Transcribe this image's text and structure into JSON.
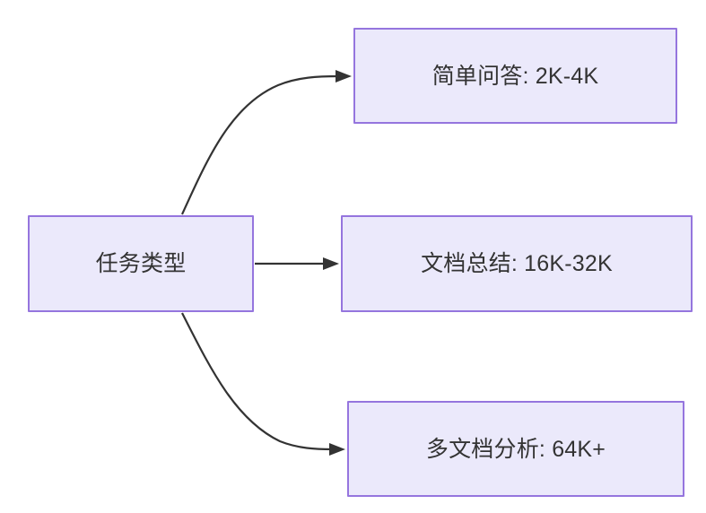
{
  "diagram": {
    "type": "flowchart",
    "direction": "left-to-right",
    "background_color": "#ffffff",
    "node_fill_color": "#ebe9fb",
    "node_border_color": "#9575de",
    "node_text_color": "#333333",
    "edge_color": "#333333",
    "root": {
      "id": "task-type",
      "label": "任务类型"
    },
    "branches": [
      {
        "id": "simple-qa",
        "label": "简单问答: 2K-4K",
        "edge_style": "curved",
        "arrow": "filled-triangle"
      },
      {
        "id": "doc-summary",
        "label": "文档总结: 16K-32K",
        "edge_style": "straight",
        "arrow": "filled-triangle"
      },
      {
        "id": "multi-doc",
        "label": "多文档分析: 64K+",
        "edge_style": "curved",
        "arrow": "filled-triangle"
      }
    ]
  }
}
